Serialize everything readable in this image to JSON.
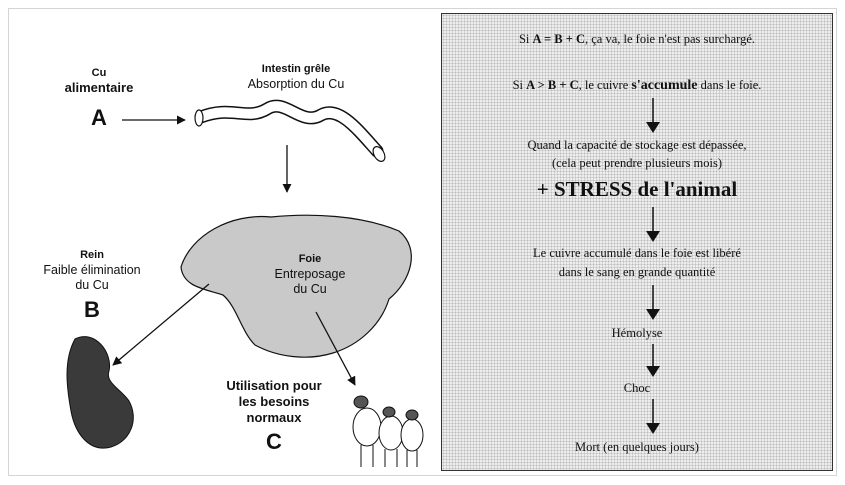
{
  "left": {
    "intake": {
      "line1": "Cu",
      "line2": "alimentaire",
      "letter": "A"
    },
    "intestine": {
      "title": "Intestin grêle",
      "subtitle": "Absorption du Cu"
    },
    "kidney": {
      "title": "Rein",
      "line1": "Faible élimination",
      "line2": "du Cu",
      "letter": "B"
    },
    "liver": {
      "title": "Foie",
      "line1": "Entreposage",
      "line2": "du Cu"
    },
    "usage": {
      "line1": "Utilisation pour",
      "line2": "les besoins",
      "line3": "normaux",
      "letter": "C"
    }
  },
  "right": {
    "rule1": {
      "pre": "Si ",
      "a": "A",
      "eq": " = ",
      "bc": "B + C",
      "post": ",  ça va, le foie n'est pas surchargé."
    },
    "rule2": {
      "pre": "Si  ",
      "a": "A",
      "gt": " > ",
      "bc": "B + C",
      "mid": ", le cuivre ",
      "acc": "s'accumule",
      "post": " dans le foie."
    },
    "step1": {
      "line1": "Quand la capacité de stockage est dépassée,",
      "line2": "(cela peut prendre plusieurs mois)"
    },
    "stress": "+ STRESS de l'animal",
    "step2": {
      "line1": "Le cuivre accumulé dans le foie est libéré",
      "line2": "dans le sang  en grande quantité"
    },
    "step3": "Hémolyse",
    "step4": "Choc",
    "step5": "Mort (en quelques jours)"
  }
}
